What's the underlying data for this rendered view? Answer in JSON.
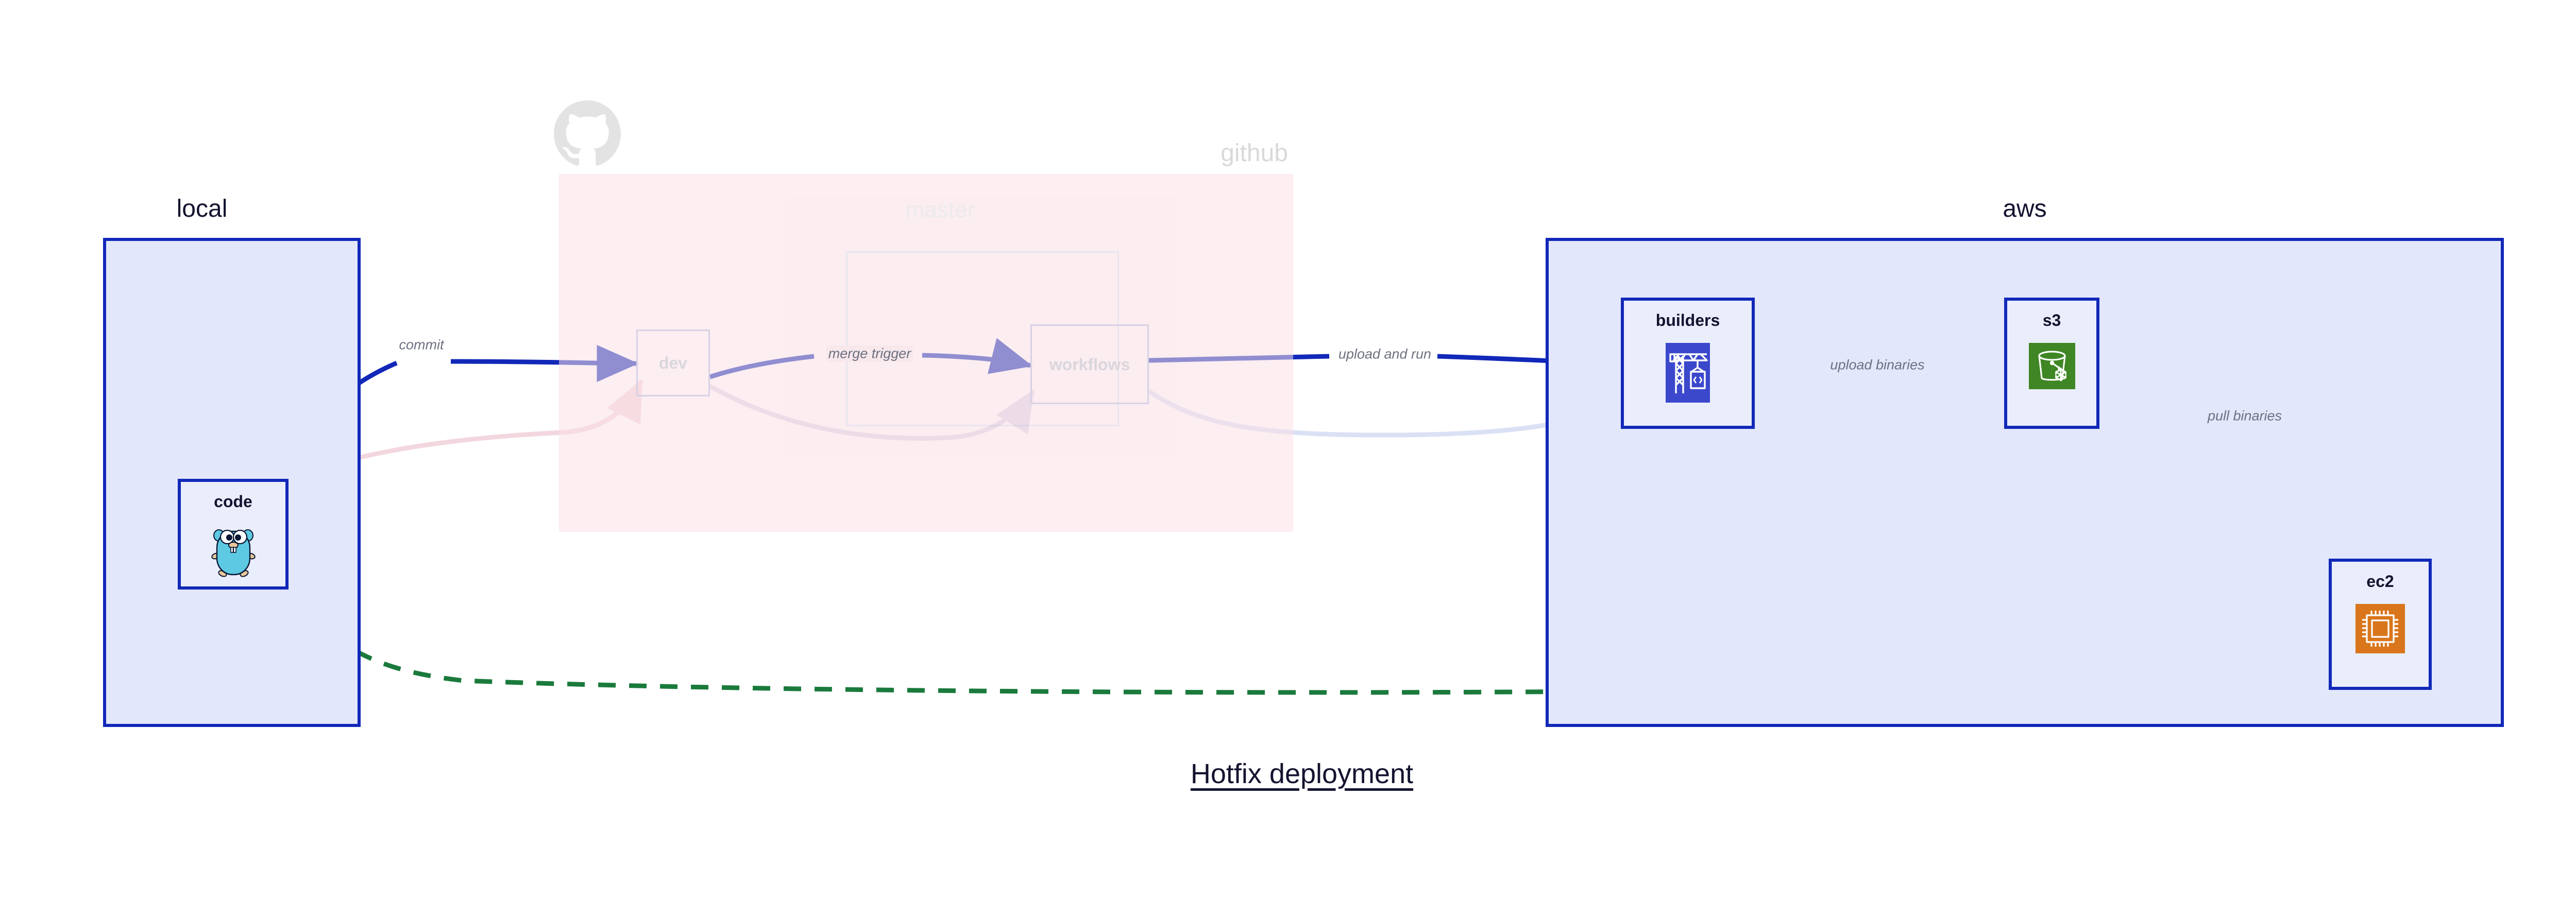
{
  "diagram": {
    "title": "Hotfix deployment",
    "background": "#ffffff",
    "accent_blue": "#1128b8",
    "accent_green": "#1a7a3c",
    "ghost_pink": "#f9e0e5",
    "group_blue_fill": "#e2e7fb",
    "label_gray": "#6d7180",
    "text_navy": "#131330"
  },
  "groups": [
    {
      "id": "local",
      "label": "local",
      "state": "active",
      "fill": "#e2e7fb",
      "stroke": "#1128b8"
    },
    {
      "id": "github",
      "label": "github",
      "state": "faded",
      "fill": "#f9e0e5",
      "stroke": "none",
      "logo": "github-octocat-icon",
      "subframe": {
        "id": "master",
        "label": "master"
      }
    },
    {
      "id": "aws",
      "label": "aws",
      "state": "active",
      "fill": "#e2e7fb",
      "stroke": "#1128b8"
    }
  ],
  "nodes": [
    {
      "id": "code",
      "label": "code",
      "group": "local",
      "state": "active",
      "icon": "go-gopher-icon",
      "icon_color": "#5dc9e2"
    },
    {
      "id": "dev",
      "label": "dev",
      "group": "github",
      "state": "faded",
      "icon": "none"
    },
    {
      "id": "workflows",
      "label": "workflows",
      "group": "github",
      "state": "faded",
      "icon": "none"
    },
    {
      "id": "builders",
      "label": "builders",
      "group": "aws",
      "state": "active",
      "icon": "aws-codebuild-crane-icon",
      "icon_color": "#3b48cc"
    },
    {
      "id": "s3",
      "label": "s3",
      "group": "aws",
      "state": "active",
      "icon": "aws-s3-bucket-glacier-icon",
      "icon_color": "#3f8624"
    },
    {
      "id": "ec2",
      "label": "ec2",
      "group": "aws",
      "state": "active",
      "icon": "aws-ec2-cpu-icon",
      "icon_color": "#d9761c"
    }
  ],
  "edges": [
    {
      "id": "commit",
      "from": "code",
      "to": "dev",
      "label": "commit",
      "style": "solid",
      "color": "#1128b8",
      "state": "active"
    },
    {
      "id": "merge-trigger",
      "from": "dev",
      "to": "workflows",
      "label": "merge trigger",
      "style": "solid",
      "color": "#1128b8",
      "state": "active"
    },
    {
      "id": "upload-and-run",
      "from": "workflows",
      "to": "builders",
      "label": "upload and run",
      "style": "solid",
      "color": "#1128b8",
      "state": "active"
    },
    {
      "id": "upload-binaries",
      "from": "builders",
      "to": "s3",
      "label": "upload binaries",
      "style": "solid",
      "color": "#1128b8",
      "state": "active"
    },
    {
      "id": "pull-binaries",
      "from": "s3",
      "to": "ec2",
      "label": "pull binaries",
      "style": "solid",
      "color": "#1128b8",
      "state": "active"
    },
    {
      "id": "hotfix-direct",
      "from": "code",
      "to": "ec2",
      "label": "",
      "style": "dashed",
      "color": "#1a7a3c",
      "state": "active"
    },
    {
      "id": "ghost-code-dev",
      "from": "code",
      "to": "dev",
      "label": "",
      "style": "solid",
      "color": "#f3d7de",
      "state": "faded"
    },
    {
      "id": "ghost-dev-workflows",
      "from": "dev",
      "to": "workflows",
      "label": "",
      "style": "solid",
      "color": "#ded9ea",
      "state": "faded"
    },
    {
      "id": "ghost-workflows-builders",
      "from": "workflows",
      "to": "builders",
      "label": "",
      "style": "solid",
      "color": "#dbe1f5",
      "state": "faded"
    }
  ]
}
